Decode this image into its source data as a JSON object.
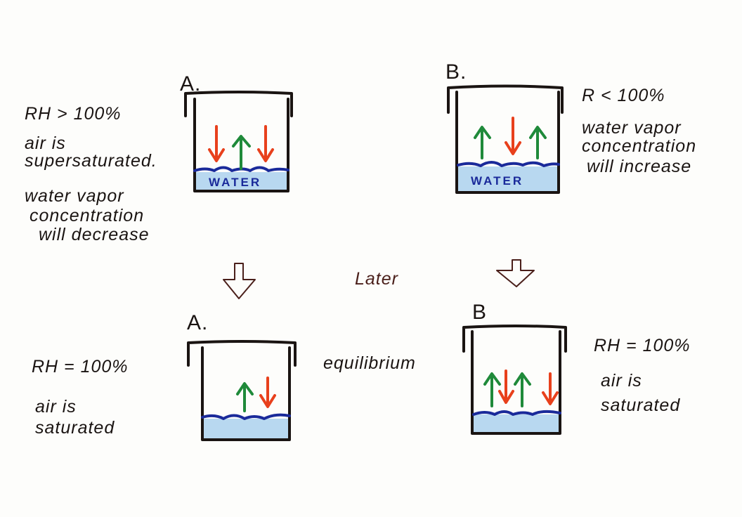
{
  "panels": {
    "top_a": {
      "label": "A.",
      "water_label": "WATER",
      "notes": [
        "RH > 100%",
        "air is",
        "supersaturated.",
        "water vapor",
        "concentration",
        "will decrease"
      ]
    },
    "top_b": {
      "label": "B.",
      "water_label": "WATER",
      "notes": [
        "R < 100%",
        "water vapor",
        "concentration",
        "will increase"
      ]
    },
    "bottom_a": {
      "label": "A.",
      "notes": [
        "RH = 100%",
        "air is",
        "saturated"
      ]
    },
    "bottom_b": {
      "label": "B",
      "notes": [
        "RH = 100%",
        "air is",
        "saturated"
      ]
    }
  },
  "middle": {
    "later": "Later",
    "equilibrium": "equilibrium"
  },
  "colors": {
    "ink": "#1a1412",
    "red": "#e8401c",
    "green": "#1f8a3a",
    "blue": "#1a2a9a",
    "water_fill": "#b8d8f0"
  }
}
